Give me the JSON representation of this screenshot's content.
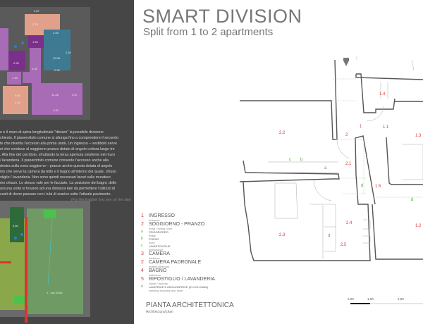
{
  "header": {
    "title": "SMART DIVISION",
    "subtitle": "Split from 1 to 2 apartments"
  },
  "description": {
    "lines": [
      "e e il muro di spina longitudinale \"dietaro\" la possibile divisione",
      "chiesto. Il pianerottolo comune si allunga fino a comprendere il secondo",
      "te che diventa l'accesso alla prima unità. Un ingresso – vestibolo serve",
      "ei che conduce al soggiorno pranzo dotato di angolo cottura lungo tre",
      ". Alla fine del corridoio, sfruttando la terza apertura esistente nel muro",
      "/ lavanderia. Il pianerottolo comune consente l'accesso anche alla",
      "destra sulla zona soggiorno – pranzo anche questa dotata di angolo",
      "mo che serve la camera da letto e il bagno all'interno del quale, chiuso",
      "stiglio / lavanderia. Non sono quindi necessari lavori sulle murature",
      "mo chiuso. Lo stesso vale per le facciate. La posizione dei bagni, delle",
      "ascuna unità si trovano ad una distanza tale da permettere l'utilizzo di",
      "costi di dover passare con i tubi di scarico sotto l'attuale pavimento."
    ],
    "english_note": "(For the English text see on the site)"
  },
  "existing_plan": {
    "labels": [
      "2.87",
      "3.78",
      "1.60",
      "2.08",
      "10.08",
      "2.69",
      "2.95",
      "3.45",
      "2.08",
      "1.35",
      "14.28",
      "3.57",
      "5.60",
      "3.40",
      "4.40"
    ]
  },
  "proposed_plan": {
    "labels": [
      "3.60",
      "1 - mq 33,60"
    ]
  },
  "legend": {
    "items": [
      {
        "num": "1",
        "label": "INGRESSO",
        "sub": "entrance",
        "type": "main"
      },
      {
        "num": "2",
        "label": "SOGGIORNO - PRANZO",
        "sub": "living / dining room",
        "type": "main"
      },
      {
        "num": "a",
        "label": "FRIGORIFERO",
        "sub": "fridge",
        "type": "minor"
      },
      {
        "num": "b",
        "label": "FORNO",
        "sub": "oven",
        "type": "minor"
      },
      {
        "num": "c",
        "label": "LAVASTOVIGLIE",
        "sub": "dishwasher",
        "type": "minor"
      },
      {
        "num": "3",
        "label": "CAMERA",
        "sub": "bedroom",
        "type": "main"
      },
      {
        "num": "2",
        "label": "CAMERA PADRONALE",
        "sub": "master bedroom",
        "type": "main"
      },
      {
        "num": "4",
        "label": "BAGNO",
        "sub": "bathroom",
        "type": "main"
      },
      {
        "num": "5",
        "label": "RIPOSTIGLIO / LAVANDERIA",
        "sub": "closet / laundry",
        "type": "main"
      },
      {
        "num": "d",
        "label": "LAVATRICE E ASCIUGATRICE (IN COLONNA)",
        "sub": "washing machine and dryer",
        "type": "minor"
      }
    ],
    "plan_title": "PIANTA ARCHITETTONICA",
    "plan_subtitle": "Architectural plan"
  },
  "floor_plan": {
    "rooms": [
      "1.4",
      "1",
      "1.1",
      "2",
      "1.3",
      "2.2",
      "2.1",
      "1.5",
      "2.4",
      "2.3",
      "2.5",
      "1.2"
    ],
    "appliances": [
      "c",
      "b",
      "a",
      "d",
      "d",
      "d"
    ],
    "scale": [
      "0,00",
      "1,00",
      "2,50"
    ]
  },
  "colors": {
    "room_number": "#d23b3b",
    "appliance": "#55a845",
    "panel": "#464646"
  }
}
